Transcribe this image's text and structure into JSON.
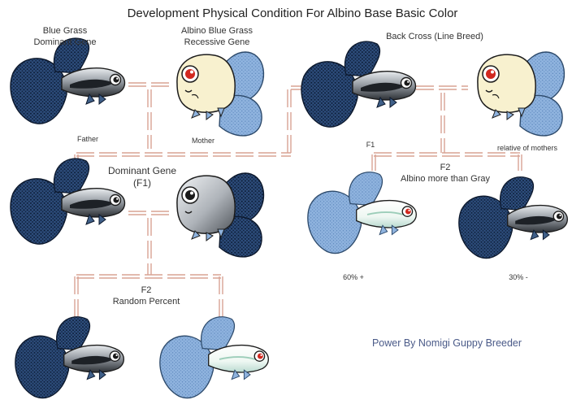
{
  "title": "Development Physical Condition For Albino Base Basic Color",
  "labels": {
    "blue_grass_dominant": "Blue Grass\nDominant Gene",
    "albino_blue_grass_recessive": "Albino Blue Grass\nRecessive Gene",
    "back_cross": "Back Cross (Line Breed)",
    "father": "Father",
    "mother": "Mother",
    "f1_right": "F1",
    "relative_of_mothers": "relative of mothers",
    "dominant_gene_f1": "Dominant Gene\n(F1)",
    "f2_right": "F2\nAlbino more than Gray",
    "pct_60": "60% +",
    "pct_30": "30% -",
    "f2_left": "F2\nRandom Percent",
    "credit": "Power By Nomigi Guppy Breeder"
  },
  "colors": {
    "dark_tail": "#2e4e7d",
    "dark_tail_dot": "#0e1f3a",
    "light_tail": "#8fb3de",
    "light_tail_dot": "#5e88bd",
    "albino_body": "#f8f1cf",
    "red_eye": "#d2281f",
    "gray_body": "#cfd3d8",
    "dark_body": "#55595e",
    "connector": "#d8a394",
    "credit": "#4a5a88"
  },
  "fish": [
    {
      "id": "blue-grass-father",
      "icon": "blue-grass-guppy-icon",
      "variant": "dark",
      "facing": "right",
      "view": "side"
    },
    {
      "id": "albino-mother",
      "icon": "albino-guppy-icon",
      "variant": "albino",
      "facing": "left",
      "view": "front"
    },
    {
      "id": "backcross-f1",
      "icon": "blue-grass-guppy-icon",
      "variant": "dark",
      "facing": "right",
      "view": "side"
    },
    {
      "id": "backcross-relative-of-mothers",
      "icon": "albino-guppy-icon",
      "variant": "albino",
      "facing": "left",
      "view": "front"
    },
    {
      "id": "f1-dominant-male",
      "icon": "blue-grass-guppy-icon",
      "variant": "dark",
      "facing": "right",
      "view": "side"
    },
    {
      "id": "f1-dominant-female",
      "icon": "gray-guppy-icon",
      "variant": "gray",
      "facing": "left",
      "view": "front"
    },
    {
      "id": "backcross-f2-albino",
      "icon": "albino-guppy-icon",
      "variant": "albino-light",
      "facing": "right",
      "view": "side"
    },
    {
      "id": "backcross-f2-gray",
      "icon": "blue-grass-guppy-icon",
      "variant": "dark",
      "facing": "right",
      "view": "side"
    },
    {
      "id": "f2-random-gray",
      "icon": "blue-grass-guppy-icon",
      "variant": "dark",
      "facing": "right",
      "view": "side"
    },
    {
      "id": "f2-random-albino",
      "icon": "albino-guppy-icon",
      "variant": "albino-light",
      "facing": "right",
      "view": "side"
    }
  ]
}
